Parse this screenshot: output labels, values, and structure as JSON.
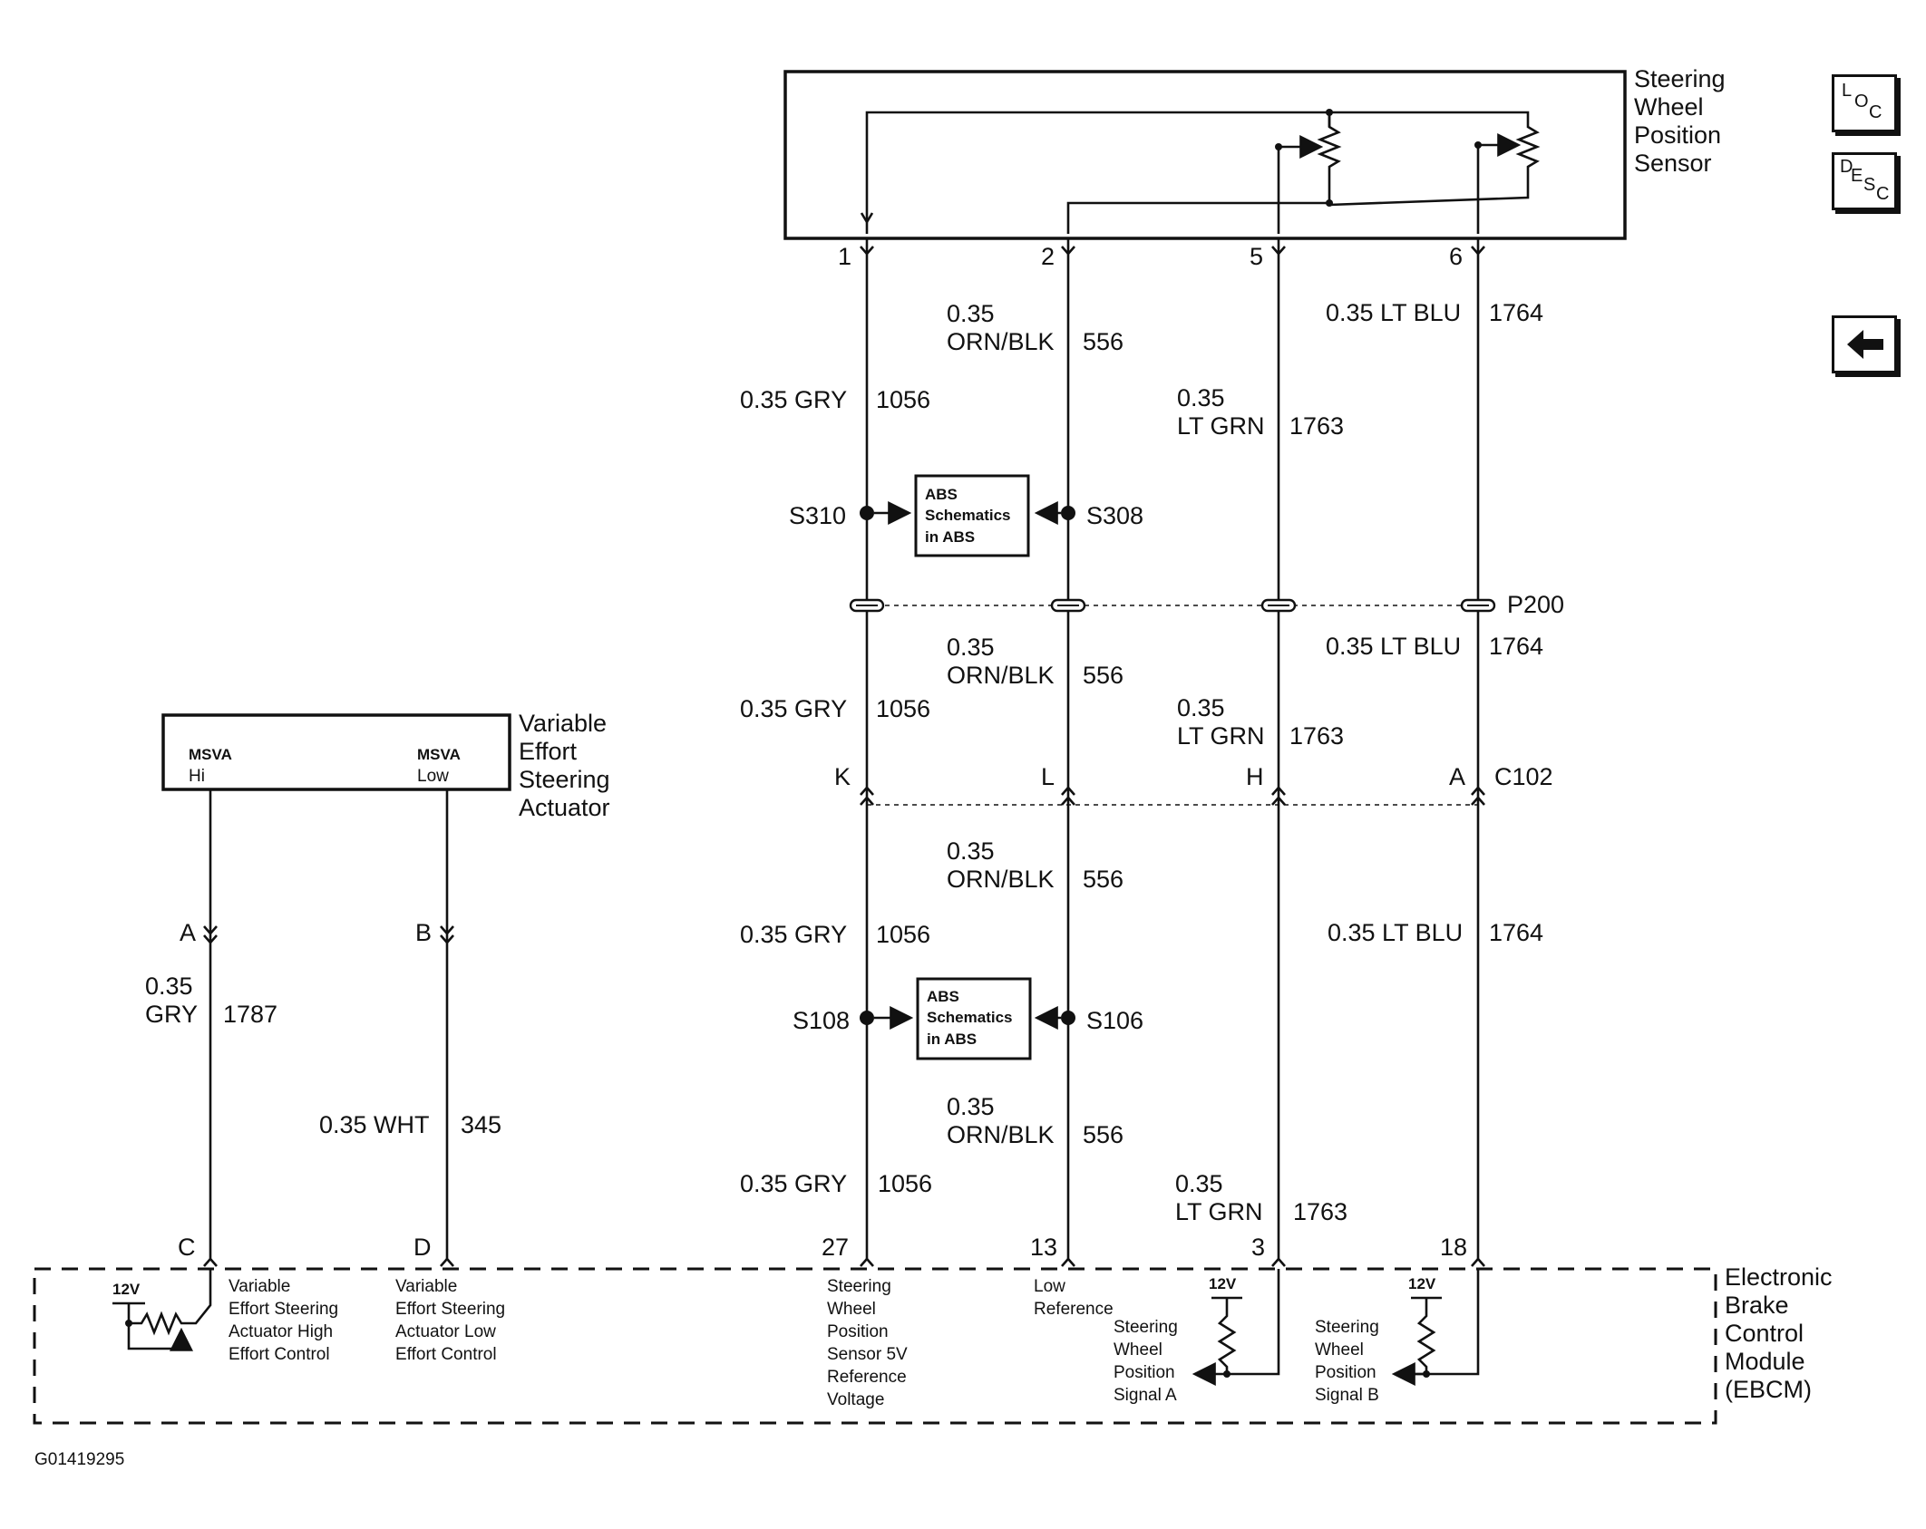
{
  "components": {
    "sensor": {
      "line1": "Steering",
      "line2": "Wheel",
      "line3": "Position",
      "line4": "Sensor"
    },
    "actuator": {
      "line1": "Variable",
      "line2": "Effort",
      "line3": "Steering",
      "line4": "Actuator",
      "pin_hi_1": "MSVA",
      "pin_hi_2": "Hi",
      "pin_lo_1": "MSVA",
      "pin_lo_2": "Low"
    },
    "ebcm": {
      "line1": "Electronic",
      "line2": "Brake",
      "line3": "Control",
      "line4": "Module",
      "line5": "(EBCM)"
    }
  },
  "sensor_pins": [
    "1",
    "2",
    "5",
    "6"
  ],
  "wires": {
    "gry": {
      "gauge": "0.35 GRY",
      "circuit": "1056"
    },
    "orn_gauge": "0.35",
    "orn_color": "ORN/BLK",
    "orn_circuit": "556",
    "grn_gauge": "0.35",
    "grn_color": "LT GRN",
    "grn_circuit": "1763",
    "blu": {
      "gauge": "0.35 LT BLU",
      "circuit": "1764"
    },
    "gry2_gauge": "0.35",
    "gry2_color": "GRY",
    "gry2_circuit": "1787",
    "wht": {
      "gauge": "0.35 WHT",
      "circuit": "345"
    }
  },
  "splices": {
    "s310": "S310",
    "s308": "S308",
    "s108": "S108",
    "s106": "S106"
  },
  "abs_box": {
    "line1": "ABS",
    "line2": "Schematics",
    "line3": "in ABS"
  },
  "connectors": {
    "p200": "P200",
    "c102": "C102",
    "c102_pins": [
      "K",
      "L",
      "H",
      "A"
    ],
    "actuator_pins_top": [
      "A",
      "B"
    ],
    "actuator_pins_bottom": [
      "C",
      "D"
    ],
    "ebcm_pins": [
      "27",
      "13",
      "3",
      "18"
    ]
  },
  "ebcm_labels": {
    "v12": "12V",
    "hi": [
      "Variable",
      "Effort Steering",
      "Actuator High",
      "Effort Control"
    ],
    "lo": [
      "Variable",
      "Effort Steering",
      "Actuator Low",
      "Effort Control"
    ],
    "ref": [
      "Steering",
      "Wheel",
      "Position",
      "Sensor 5V",
      "Reference",
      "Voltage"
    ],
    "low_ref": [
      "Low",
      "Reference"
    ],
    "sig_a": [
      "Steering",
      "Wheel",
      "Position",
      "Signal A"
    ],
    "sig_b": [
      "Steering",
      "Wheel",
      "Position",
      "Signal B"
    ]
  },
  "nav": {
    "loc": [
      "L",
      "O",
      "C"
    ],
    "desc": [
      "D",
      "E",
      "S",
      "C"
    ],
    "back_icon": "left-arrow-icon"
  },
  "figure_id": "G01419295"
}
